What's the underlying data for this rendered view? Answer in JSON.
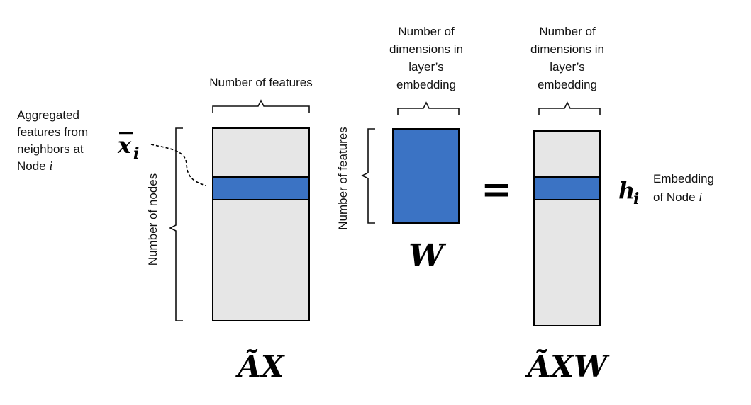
{
  "colors": {
    "matrix_fill": "#e6e6e6",
    "highlight": "#3b73c4"
  },
  "left_annotation": {
    "line1": "Aggregated",
    "line2": "features from",
    "line3": "neighbors at",
    "line4_prefix": "Node ",
    "line4_var": "i"
  },
  "ax_matrix": {
    "top_label": "Number of features",
    "side_label": "Number of nodes",
    "row_symbol": "x",
    "row_subscript": "i",
    "name": "ÃX"
  },
  "w_matrix": {
    "top_label": [
      "Number of",
      "dimensions in",
      "layer’s",
      "embedding"
    ],
    "side_label": "Number of features",
    "name": "W"
  },
  "equals_sign": "=",
  "axw_matrix": {
    "top_label": [
      "Number of",
      "dimensions in",
      "layer’s",
      "embedding"
    ],
    "row_symbol": "h",
    "row_subscript": "i",
    "name": "ÃXW"
  },
  "right_annotation": {
    "line1": "Embedding",
    "line2_prefix": "of Node ",
    "line2_var": "i"
  }
}
